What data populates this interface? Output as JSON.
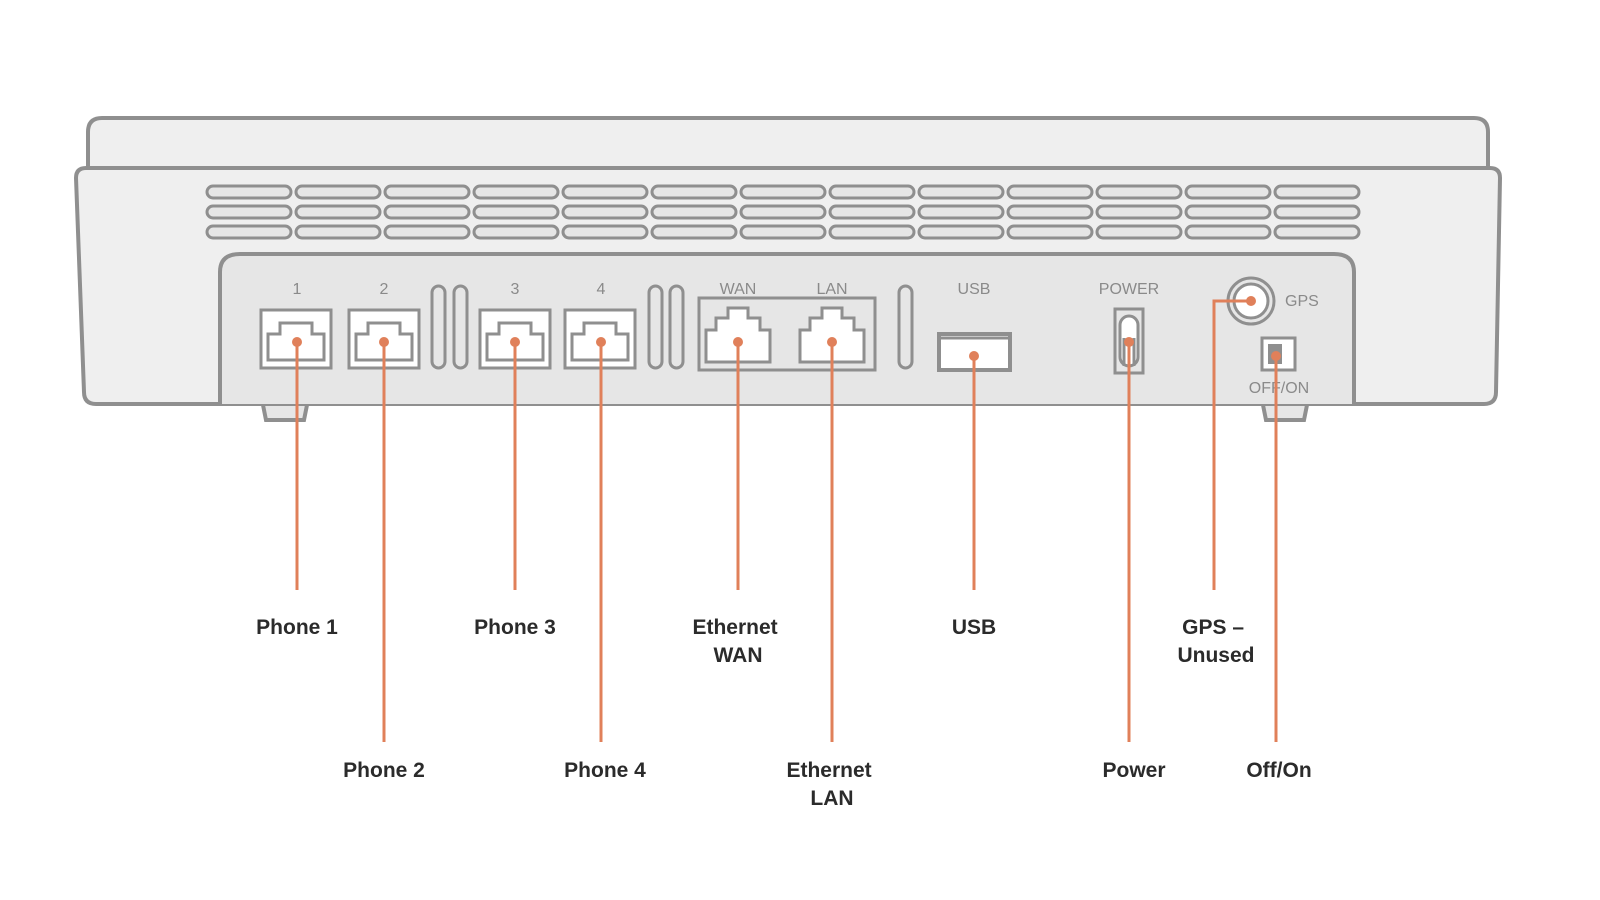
{
  "colors": {
    "outline": "#8f8f8f",
    "body_fill": "#efefef",
    "panel_fill": "#e6e6e6",
    "leader": "#e0805a",
    "label_text": "#2b2b2b",
    "port_text": "#8a8a8a"
  },
  "device": {
    "port_labels": {
      "phone1": "1",
      "phone2": "2",
      "phone3": "3",
      "phone4": "4",
      "wan": "WAN",
      "lan": "LAN",
      "usb": "USB",
      "power": "POWER",
      "gps": "GPS",
      "switch": "OFF/ON"
    }
  },
  "callouts": {
    "phone1": [
      "Phone 1"
    ],
    "phone2": [
      "Phone 2"
    ],
    "phone3": [
      "Phone 3"
    ],
    "phone4": [
      "Phone 4"
    ],
    "ethernet_wan": [
      "Ethernet",
      "WAN"
    ],
    "ethernet_lan": [
      "Ethernet",
      "LAN"
    ],
    "usb": [
      "USB"
    ],
    "power": [
      "Power"
    ],
    "gps": [
      "GPS –",
      "Unused"
    ],
    "off_on": [
      "Off/On"
    ]
  }
}
